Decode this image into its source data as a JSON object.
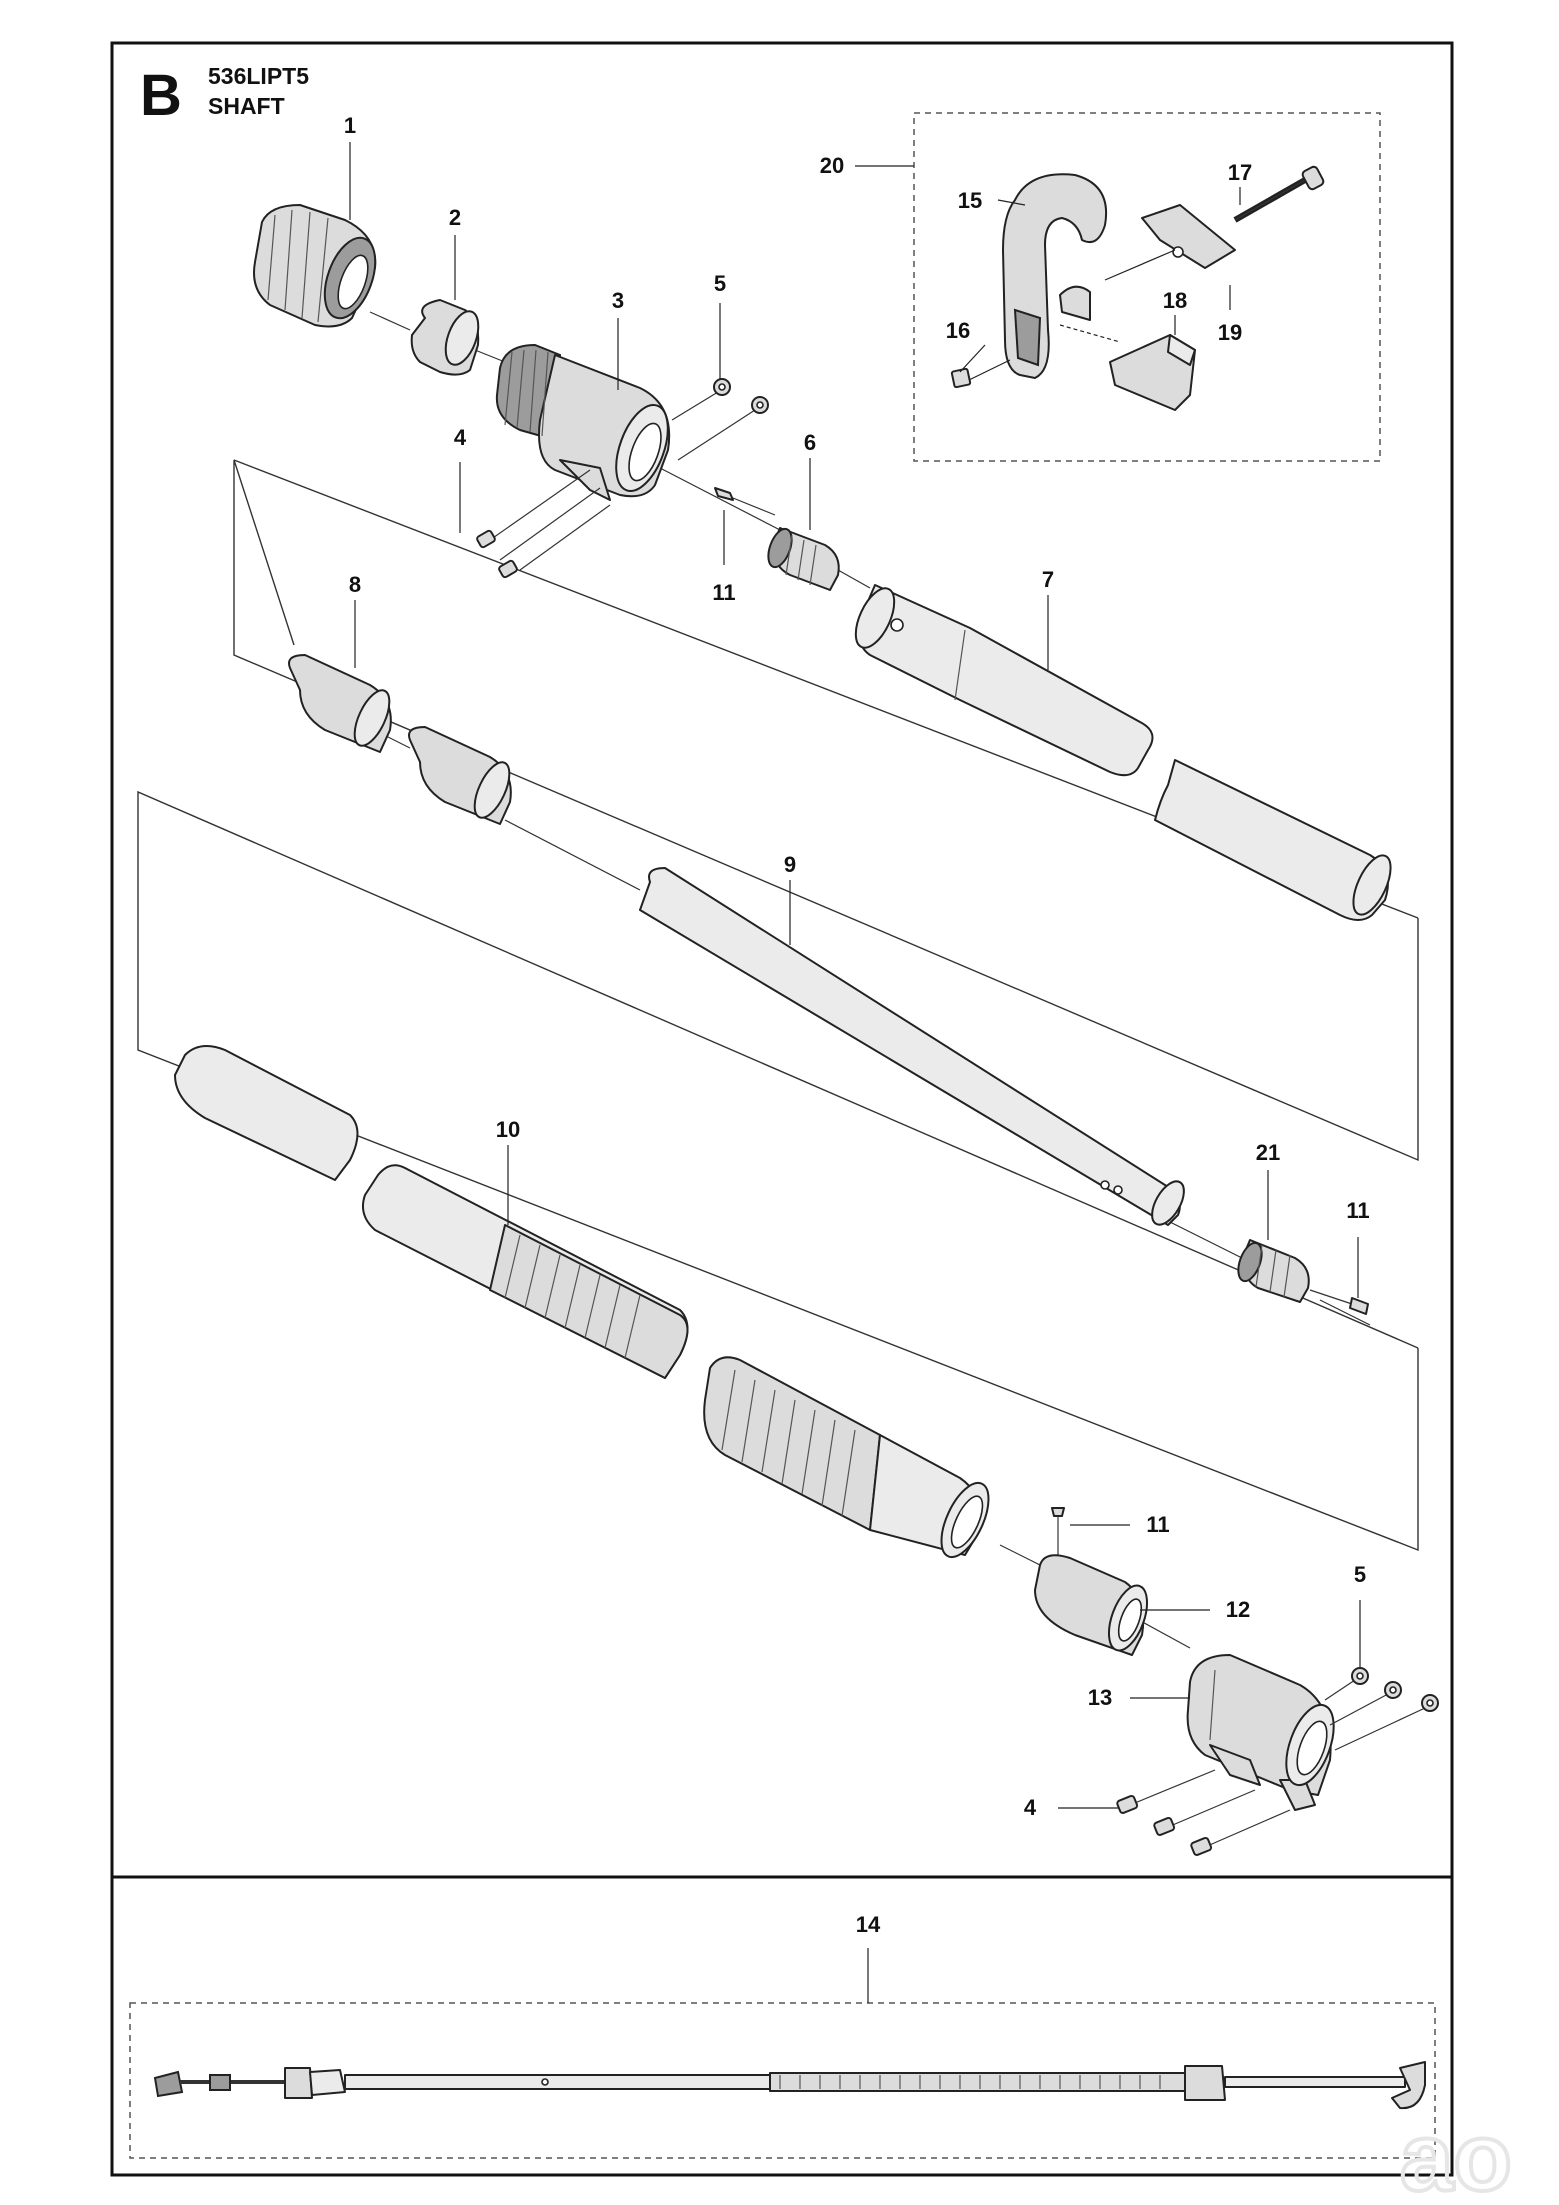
{
  "header": {
    "section_letter": "B",
    "model": "536LIPT5",
    "title": "SHAFT"
  },
  "callouts": {
    "c1": "1",
    "c2": "2",
    "c3": "3",
    "c4a": "4",
    "c4b": "4",
    "c5a": "5",
    "c5b": "5",
    "c6": "6",
    "c7": "7",
    "c8": "8",
    "c9": "9",
    "c10": "10",
    "c11a": "11",
    "c11b": "11",
    "c11c": "11",
    "c12": "12",
    "c13": "13",
    "c14": "14",
    "c15": "15",
    "c16": "16",
    "c17": "17",
    "c18": "18",
    "c19": "19",
    "c20": "20",
    "c21": "21"
  },
  "watermark": "ao"
}
